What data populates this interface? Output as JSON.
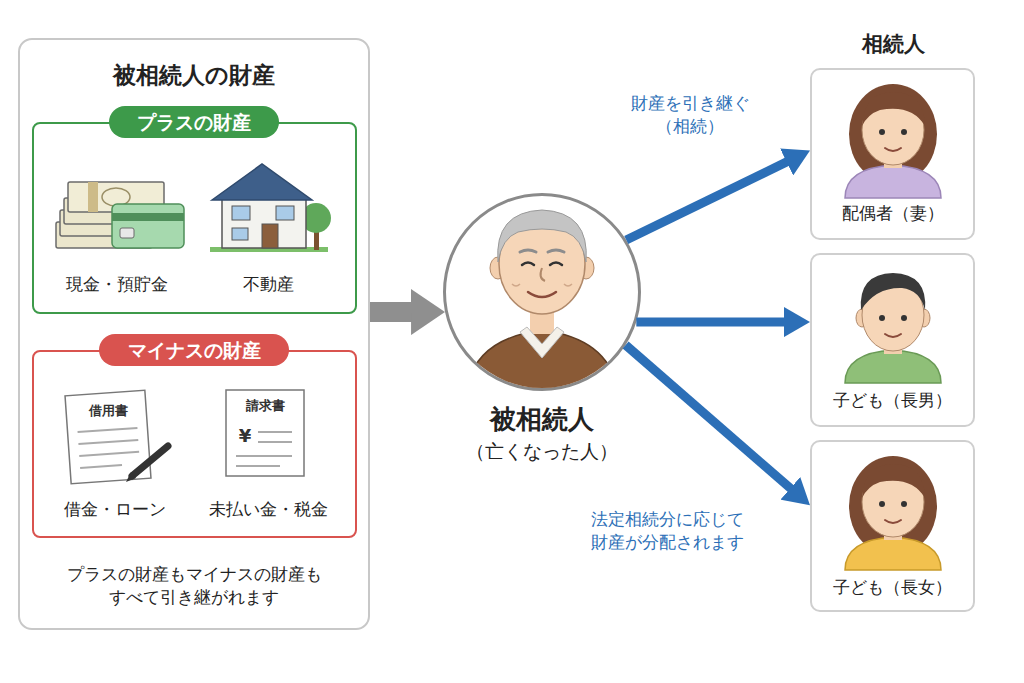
{
  "diagram": {
    "nodes": [
      {
        "text": [
          "被相続人の財産",
          "プラスの財産もマイナスの財産も すべて引き継がれます"
        ]
      },
      {
        "text": [
          "プラスの財産",
          "現金・預貯金",
          "不動産"
        ],
        "in": 0
      },
      {
        "text": [
          "マイナスの財産",
          "借金・ローン",
          "未払い金・税金"
        ],
        "in": 0
      },
      {
        "text": [
          "被相続人",
          "（亡くなった人）"
        ]
      },
      {
        "text": [
          "配偶者（妻）"
        ]
      },
      {
        "text": [
          "子ども（長男）"
        ]
      },
      {
        "text": [
          "子ども（長女）"
        ]
      }
    ],
    "edges": [
      {
        "from": 0,
        "to": 3,
        "arrow": "to"
      },
      {
        "from": 3,
        "to": 4,
        "arrow": "to",
        "label": "財産を引き継ぐ （相続）"
      },
      {
        "from": 3,
        "to": 5,
        "arrow": "to"
      },
      {
        "from": 3,
        "to": 6,
        "arrow": "to",
        "label": "法定相続分に応じて 財産が分配されます"
      }
    ],
    "labels": [
      "相続人",
      "借用書",
      "請求書",
      "¥"
    ]
  }
}
